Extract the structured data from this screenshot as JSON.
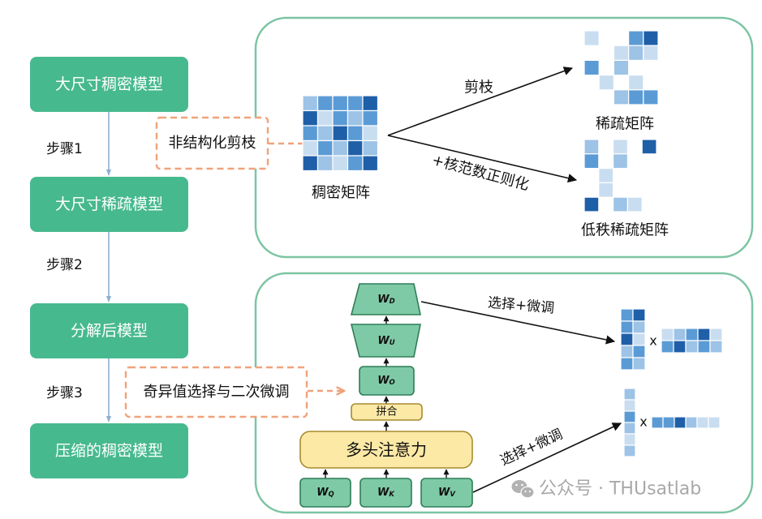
{
  "left_flow": {
    "stages": [
      {
        "label": "大尺寸稠密模型"
      },
      {
        "label": "大尺寸稀疏模型"
      },
      {
        "label": "分解后模型"
      },
      {
        "label": "压缩的稠密模型"
      }
    ],
    "steps": [
      "步骤1",
      "步骤2",
      "步骤3"
    ]
  },
  "methods": {
    "unstructured_pruning": "非结构化剪枝",
    "svd_selection": "奇异值选择与二次微调"
  },
  "sparsification_panel": {
    "dense_label": "稠密矩阵",
    "prune_label": "剪枝",
    "nuclear_label": "+核范数正则化",
    "sparse_label": "稀疏矩阵",
    "lowrank_sparse_label": "低秩稀疏矩阵"
  },
  "decomposition_panel": {
    "w_d": {
      "main": "W",
      "sub": "D"
    },
    "w_u": {
      "main": "W",
      "sub": "U"
    },
    "w_o": {
      "main": "W",
      "sub": "O"
    },
    "w_q": {
      "main": "W",
      "sub": "Q"
    },
    "w_k": {
      "main": "W",
      "sub": "K"
    },
    "w_v": {
      "main": "W",
      "sub": "V"
    },
    "concat_label": "拼合",
    "mha_label": "多头注意力",
    "select_finetune_ffn": "选择+微调",
    "select_finetune_attn": "选择+微调",
    "multiply_symbol": "x"
  },
  "matrices": {
    "dense": [
      [
        2,
        3,
        3,
        3,
        4
      ],
      [
        4,
        1,
        3,
        2,
        3
      ],
      [
        3,
        2,
        4,
        3,
        1
      ],
      [
        1,
        3,
        2,
        4,
        2
      ],
      [
        4,
        2,
        1,
        3,
        4
      ]
    ],
    "sparse": [
      [
        1,
        0,
        0,
        3,
        4
      ],
      [
        0,
        0,
        1,
        2,
        1
      ],
      [
        3,
        0,
        2,
        0,
        0
      ],
      [
        0,
        1,
        0,
        1,
        0
      ],
      [
        0,
        0,
        2,
        3,
        3
      ]
    ],
    "lowrank_sparse": [
      [
        2,
        0,
        1,
        0,
        4
      ],
      [
        3,
        0,
        2,
        0,
        0
      ],
      [
        0,
        1,
        0,
        0,
        0
      ],
      [
        0,
        1,
        0,
        0,
        0
      ],
      [
        4,
        0,
        2,
        1,
        0
      ]
    ],
    "ffn_left_factor": [
      [
        3,
        4
      ],
      [
        3,
        2
      ],
      [
        4,
        1
      ],
      [
        2,
        3
      ],
      [
        3,
        2
      ]
    ],
    "ffn_right_factor": [
      [
        1,
        2,
        3,
        4,
        1
      ],
      [
        3,
        4,
        2,
        3,
        2
      ]
    ],
    "attn_left_factor": [
      [
        2
      ],
      [
        1
      ],
      [
        3
      ],
      [
        2
      ],
      [
        1
      ],
      [
        2
      ]
    ],
    "attn_right_factor": [
      [
        3,
        3,
        4,
        2,
        1,
        1
      ]
    ]
  },
  "colors": {
    "stage_box": "#47b98f",
    "flow_line": "#8db0d1",
    "dashed_orange": "#f0a27a",
    "panel_stroke": "#7cc4a3",
    "w_block_fill": "#7fcaa6",
    "w_block_stroke": "#2f7d58",
    "yellow_fill": "#fde9a6",
    "yellow_stroke": "#a88b2e",
    "matrix_levels": [
      "#ffffff",
      "#c9ddf0",
      "#9dc3e6",
      "#5b9bd5",
      "#1f5fa8"
    ]
  },
  "icons": {
    "watermark": "wechat-icon"
  },
  "watermark": "公众号 · THUsatlab"
}
